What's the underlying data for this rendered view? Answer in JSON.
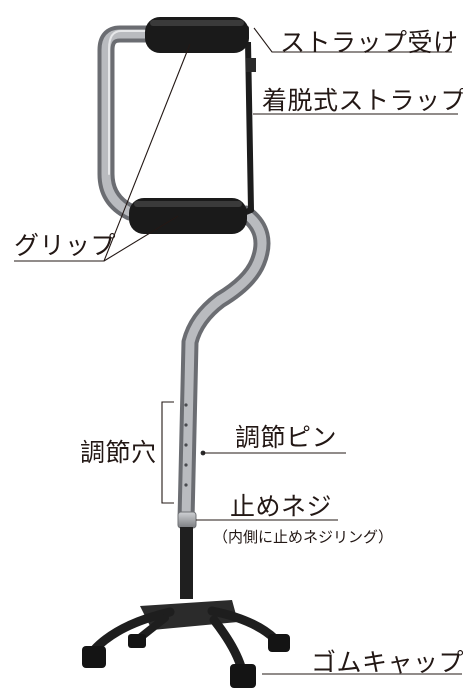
{
  "labels": {
    "strap_holder": "ストラップ受け",
    "removable_strap": "着脱式ストラップ",
    "grip": "グリップ",
    "adjust_pin": "調節ピン",
    "adjust_holes": "調節穴",
    "stop_screw": "止めネジ",
    "stop_screw_note": "（内側に止めネジリング）",
    "rubber_cap": "ゴムキャップ"
  },
  "colors": {
    "shaft": "#a7a9ad",
    "grip": "#1a1a1a",
    "base": "#1e1e1e",
    "line": "#231815"
  }
}
